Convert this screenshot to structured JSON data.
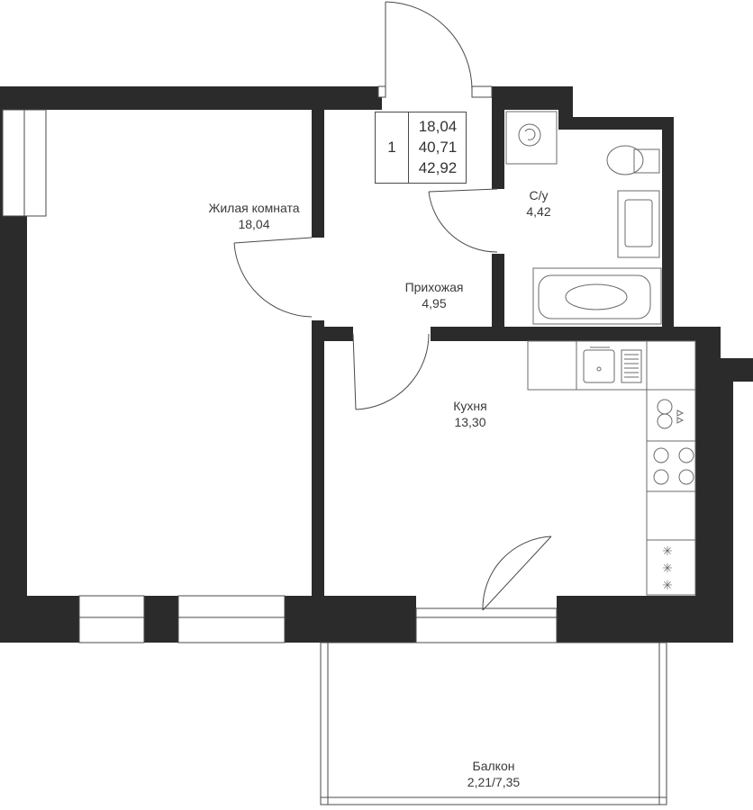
{
  "info_box": {
    "rooms_count": "1",
    "areas": [
      "18,04",
      "40,71",
      "42,92"
    ]
  },
  "rooms": {
    "living": {
      "name": "Жилая комната",
      "area": "18,04"
    },
    "hallway": {
      "name": "Прихожая",
      "area": "4,95"
    },
    "bathroom": {
      "name": "С/у",
      "area": "4,42"
    },
    "kitchen": {
      "name": "Кухня",
      "area": "13,30"
    },
    "balcony": {
      "name": "Балкон",
      "area": "2,21/7,35"
    }
  },
  "colors": {
    "wall": "#2b2b2b",
    "line": "#4a4a4a",
    "fixture": "#6b6b6b"
  }
}
